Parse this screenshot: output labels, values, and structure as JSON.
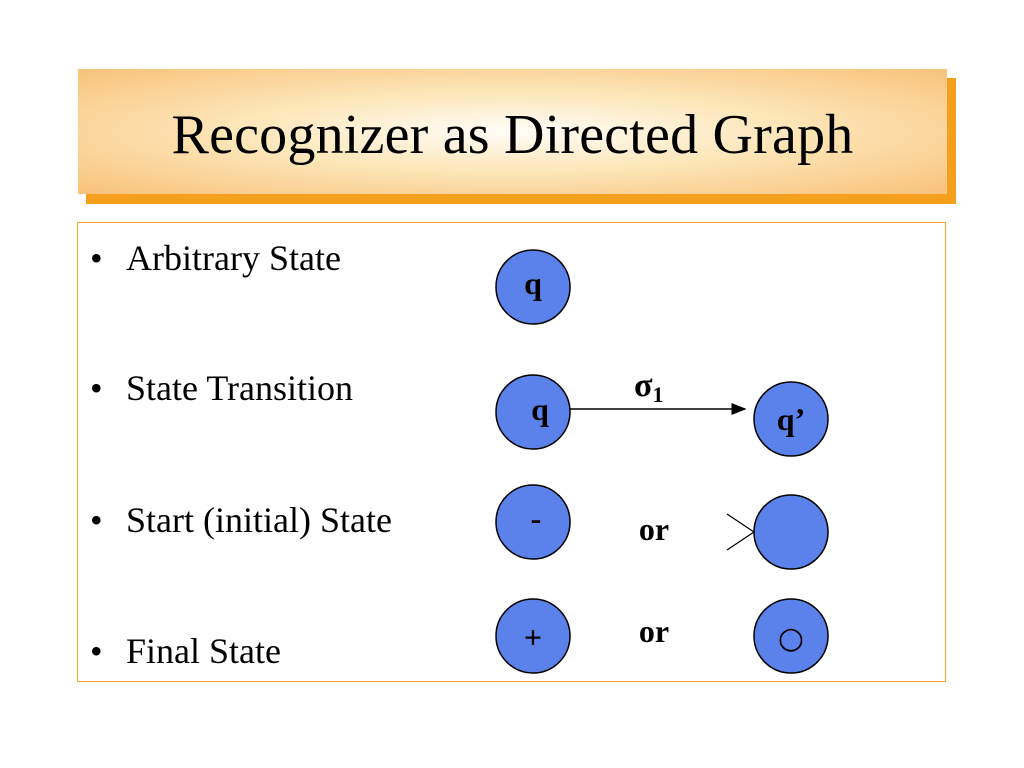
{
  "title": "Recognizer as Directed Graph",
  "bullets": [
    {
      "bullet": "•",
      "label": "Arbitrary State"
    },
    {
      "bullet": "•",
      "label": "State Transition"
    },
    {
      "bullet": "•",
      "label": "Start (initial) State"
    },
    {
      "bullet": "•",
      "label": "Final State"
    }
  ],
  "diagram": {
    "arbitrary_state_label": "q",
    "transition_from_label": "q",
    "transition_to_label": "q’",
    "transition_symbol": "σ",
    "transition_subscript": "1",
    "start_state_label": "-",
    "start_or_label": "or",
    "final_state_label": "+",
    "final_or_label": "or",
    "final_alt_symbol": "○",
    "colors": {
      "state_fill": "#5b82ea",
      "state_stroke": "#000000",
      "title_shadow": "#f4a01c",
      "content_border": "#f0a830"
    }
  }
}
